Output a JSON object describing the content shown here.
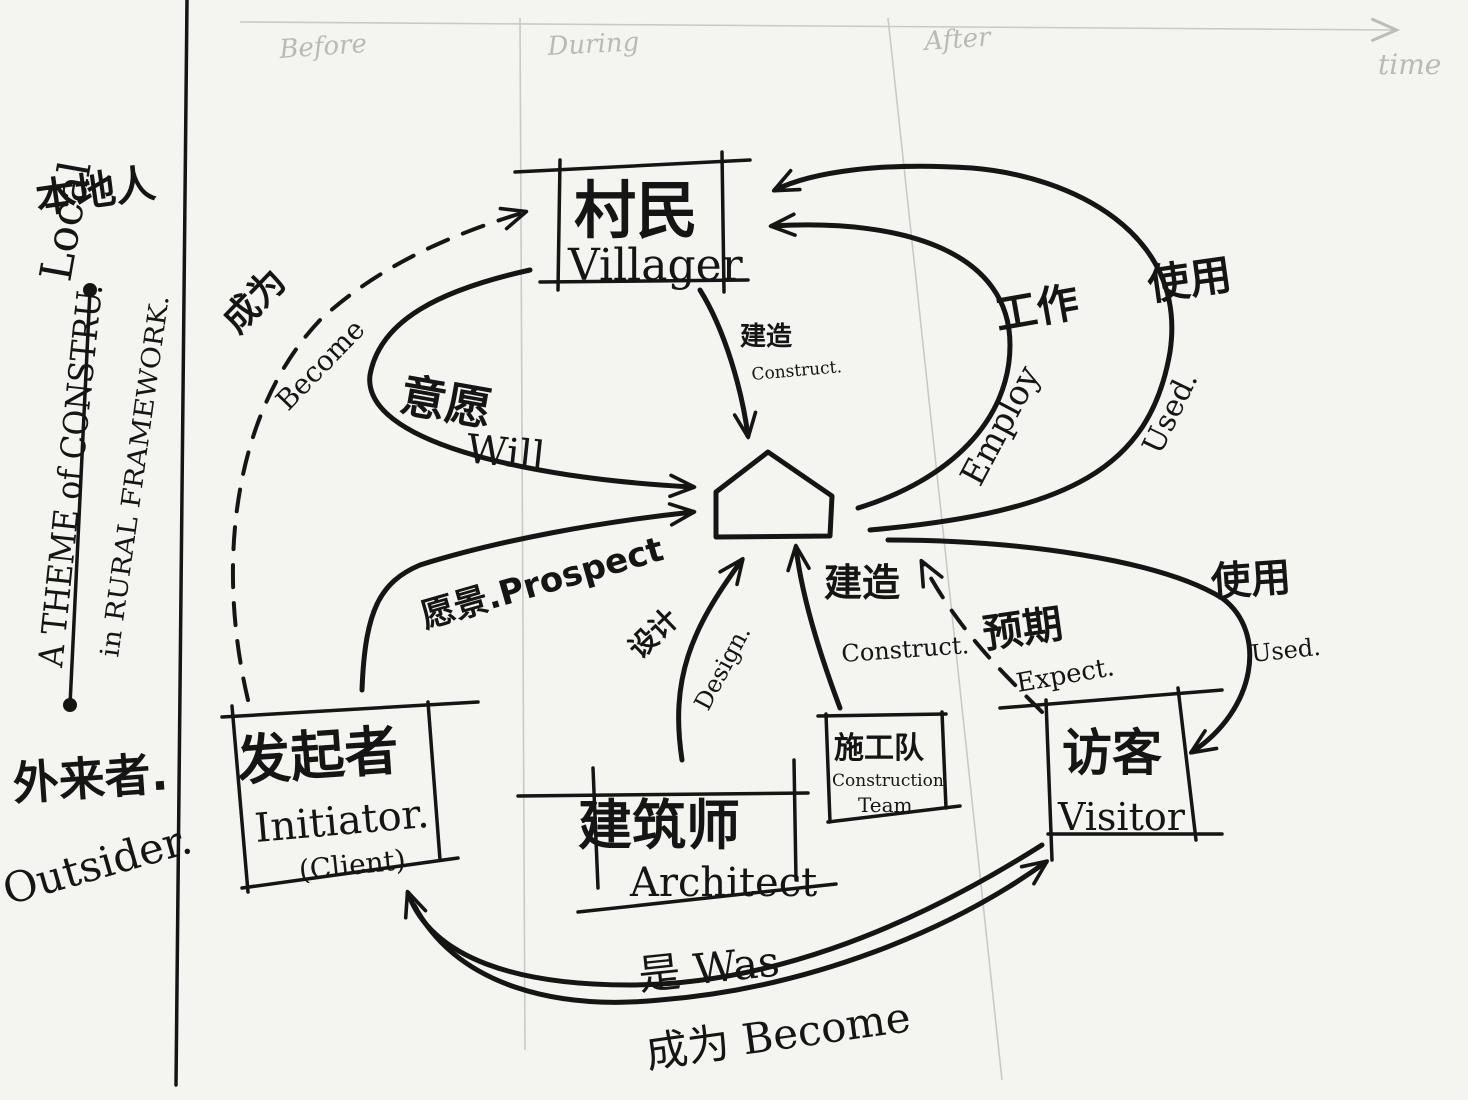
{
  "timeline": {
    "phases": [
      "Before",
      "During",
      "After"
    ],
    "axis_label": "time"
  },
  "side": {
    "local_zh": "本地人",
    "local_en": "Local",
    "theme_line1": "A THEME of CONSTRU.",
    "theme_line2": "in RURAL FRAMEWORK.",
    "outsider_zh": "外来者.",
    "outsider_en": "Outsider."
  },
  "nodes": {
    "villager": {
      "zh": "村民",
      "en": "Villager"
    },
    "initiator": {
      "zh": "发起者",
      "en": "Initiator.",
      "sub": "(Client)"
    },
    "architect": {
      "zh": "建筑师",
      "en": "Architect"
    },
    "team": {
      "zh": "施工队",
      "en1": "Construction",
      "en2": "Team"
    },
    "visitor": {
      "zh": "访客",
      "en": "Visitor"
    }
  },
  "edges": {
    "become_top_zh": "成为",
    "become_top_en": "Become",
    "will_zh": "意愿",
    "will_en": "Will",
    "construct_top_zh": "建造",
    "construct_top_en": "Construct.",
    "employ_zh": "工作",
    "employ_en": "Employ",
    "used_top_zh": "使用",
    "used_top_en": "Used.",
    "prospect": "愿景.Prospect",
    "design_zh": "设计",
    "design_en": "Design.",
    "construct_mid_zh": "建造",
    "construct_mid_en": "Construct.",
    "expect_zh": "预期",
    "expect_en": "Expect.",
    "used_right_zh": "使用",
    "used_right_en": "Used.",
    "was": "是 Was",
    "become_bottom": "成为 Become"
  }
}
